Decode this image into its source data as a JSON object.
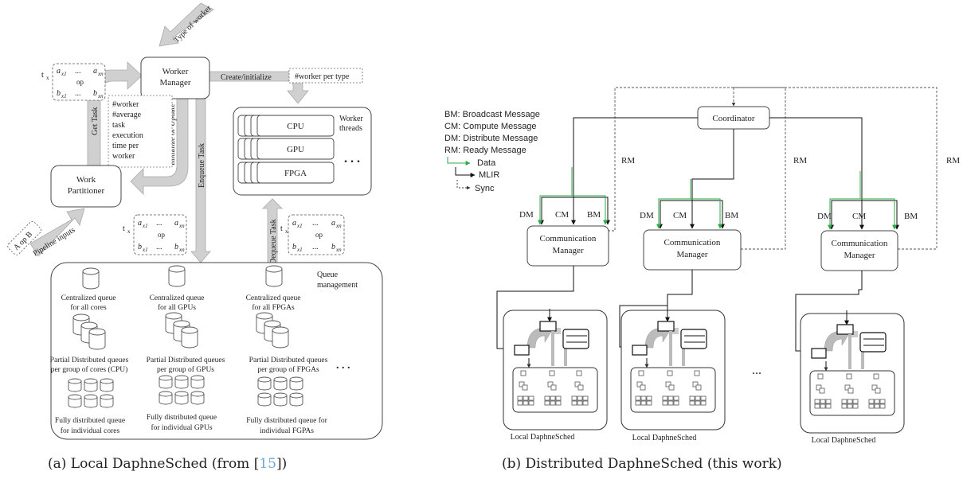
{
  "panel_a": {
    "caption_prefix": "(a) Local DaphneSched (from [",
    "caption_cite": "15",
    "caption_suffix": "])",
    "type_of_worker": "Type of worker",
    "worker_manager": [
      "Worker",
      "Manager"
    ],
    "create_initialize": "Create/initialize",
    "worker_per_type": "#worker per type",
    "worker_threads": [
      "Worker",
      "threads"
    ],
    "cpu": "CPU",
    "gpu": "GPU",
    "fpga": "FPGA",
    "ellipsis": ". . .",
    "get_task": "Get Task",
    "init_update": "Initialize or Update",
    "enqueue_task": "Enqueue Task",
    "dequeue_task": "Dequeue Task",
    "work_partitioner": [
      "Work",
      "Partitioner"
    ],
    "a_op_b": "A op B",
    "pipeline_inputs": "Pipeline inputs",
    "stats": [
      "#worker",
      "#average",
      "task",
      "execution",
      "time per",
      "worker"
    ],
    "matrix": {
      "t": "t",
      "tsub": "x",
      "a1": "a",
      "a1sub": "x1",
      "dots": "...",
      "an": "a",
      "ansub": "xn",
      "op": "op",
      "b1": "b",
      "b1sub": "x1",
      "bn": "b",
      "bnsub": "xn"
    },
    "queue_management": [
      "Queue",
      "management"
    ],
    "queues": [
      [
        "Centralized queue",
        "for all cores"
      ],
      [
        "Centralized queue",
        "for all GPUs"
      ],
      [
        "Centralized queue",
        "for all FPGAs"
      ],
      [
        "Partial Distributed queues",
        "per group of cores (CPU)"
      ],
      [
        "Partial Distributed queues",
        "per group of GPUs"
      ],
      [
        "Partial Distributed queues",
        "per group of FPGAs"
      ],
      [
        "Fully distributed  queue",
        "for individual cores"
      ],
      [
        "Fully distributed queue",
        "for individual GPUs"
      ],
      [
        "Fully distributed  queue for",
        "individual FGPAs"
      ]
    ],
    "queue_dots": ". . ."
  },
  "panel_b": {
    "caption": "(b) Distributed DaphneSched (this work)",
    "legend": [
      "BM: Broadcast Message",
      "CM: Compute Message",
      "DM: Distribute Message",
      "RM: Ready Message"
    ],
    "legend_lines": [
      "Data",
      "MLIR",
      "Sync"
    ],
    "coordinator": "Coordinator",
    "rm": "RM",
    "dm": "DM",
    "cm": "CM",
    "bm": "BM",
    "comm_manager": [
      "Communication",
      "Manager"
    ],
    "local": "Local DaphneSched",
    "ellipsis": "...",
    "colors": {
      "data": "#2eaa4a",
      "mlir": "#111111",
      "sync": "#555555"
    }
  }
}
